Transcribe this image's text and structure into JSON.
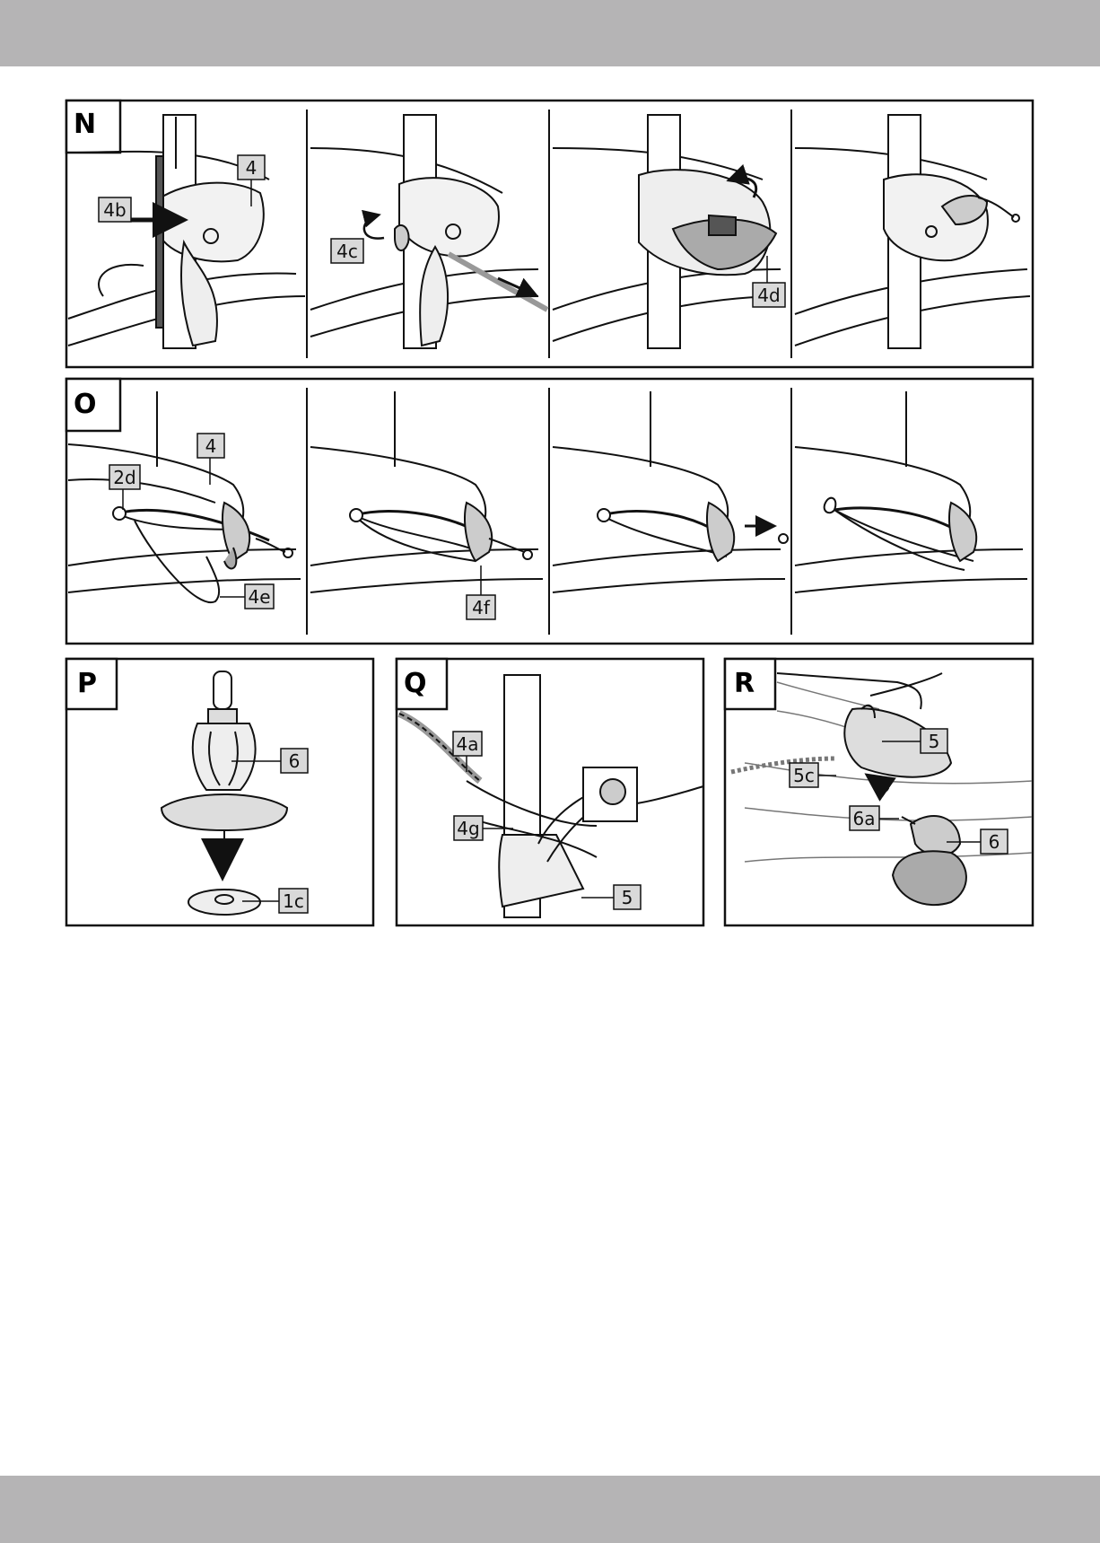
{
  "panels": {
    "N": {
      "letter": "N",
      "labels": [
        "4",
        "4b",
        "4c",
        "4d"
      ]
    },
    "O": {
      "letter": "O",
      "labels": [
        "4",
        "2d",
        "4e",
        "4f"
      ]
    },
    "P": {
      "letter": "P",
      "labels": [
        "6",
        "1c"
      ]
    },
    "Q": {
      "letter": "Q",
      "labels": [
        "4a",
        "4g",
        "5"
      ]
    },
    "R": {
      "letter": "R",
      "labels": [
        "5",
        "5c",
        "6a",
        "6"
      ]
    }
  },
  "colors": {
    "header_bar": "#b5b4b5",
    "label_fill": "#d9d9d9",
    "line": "#111111"
  }
}
